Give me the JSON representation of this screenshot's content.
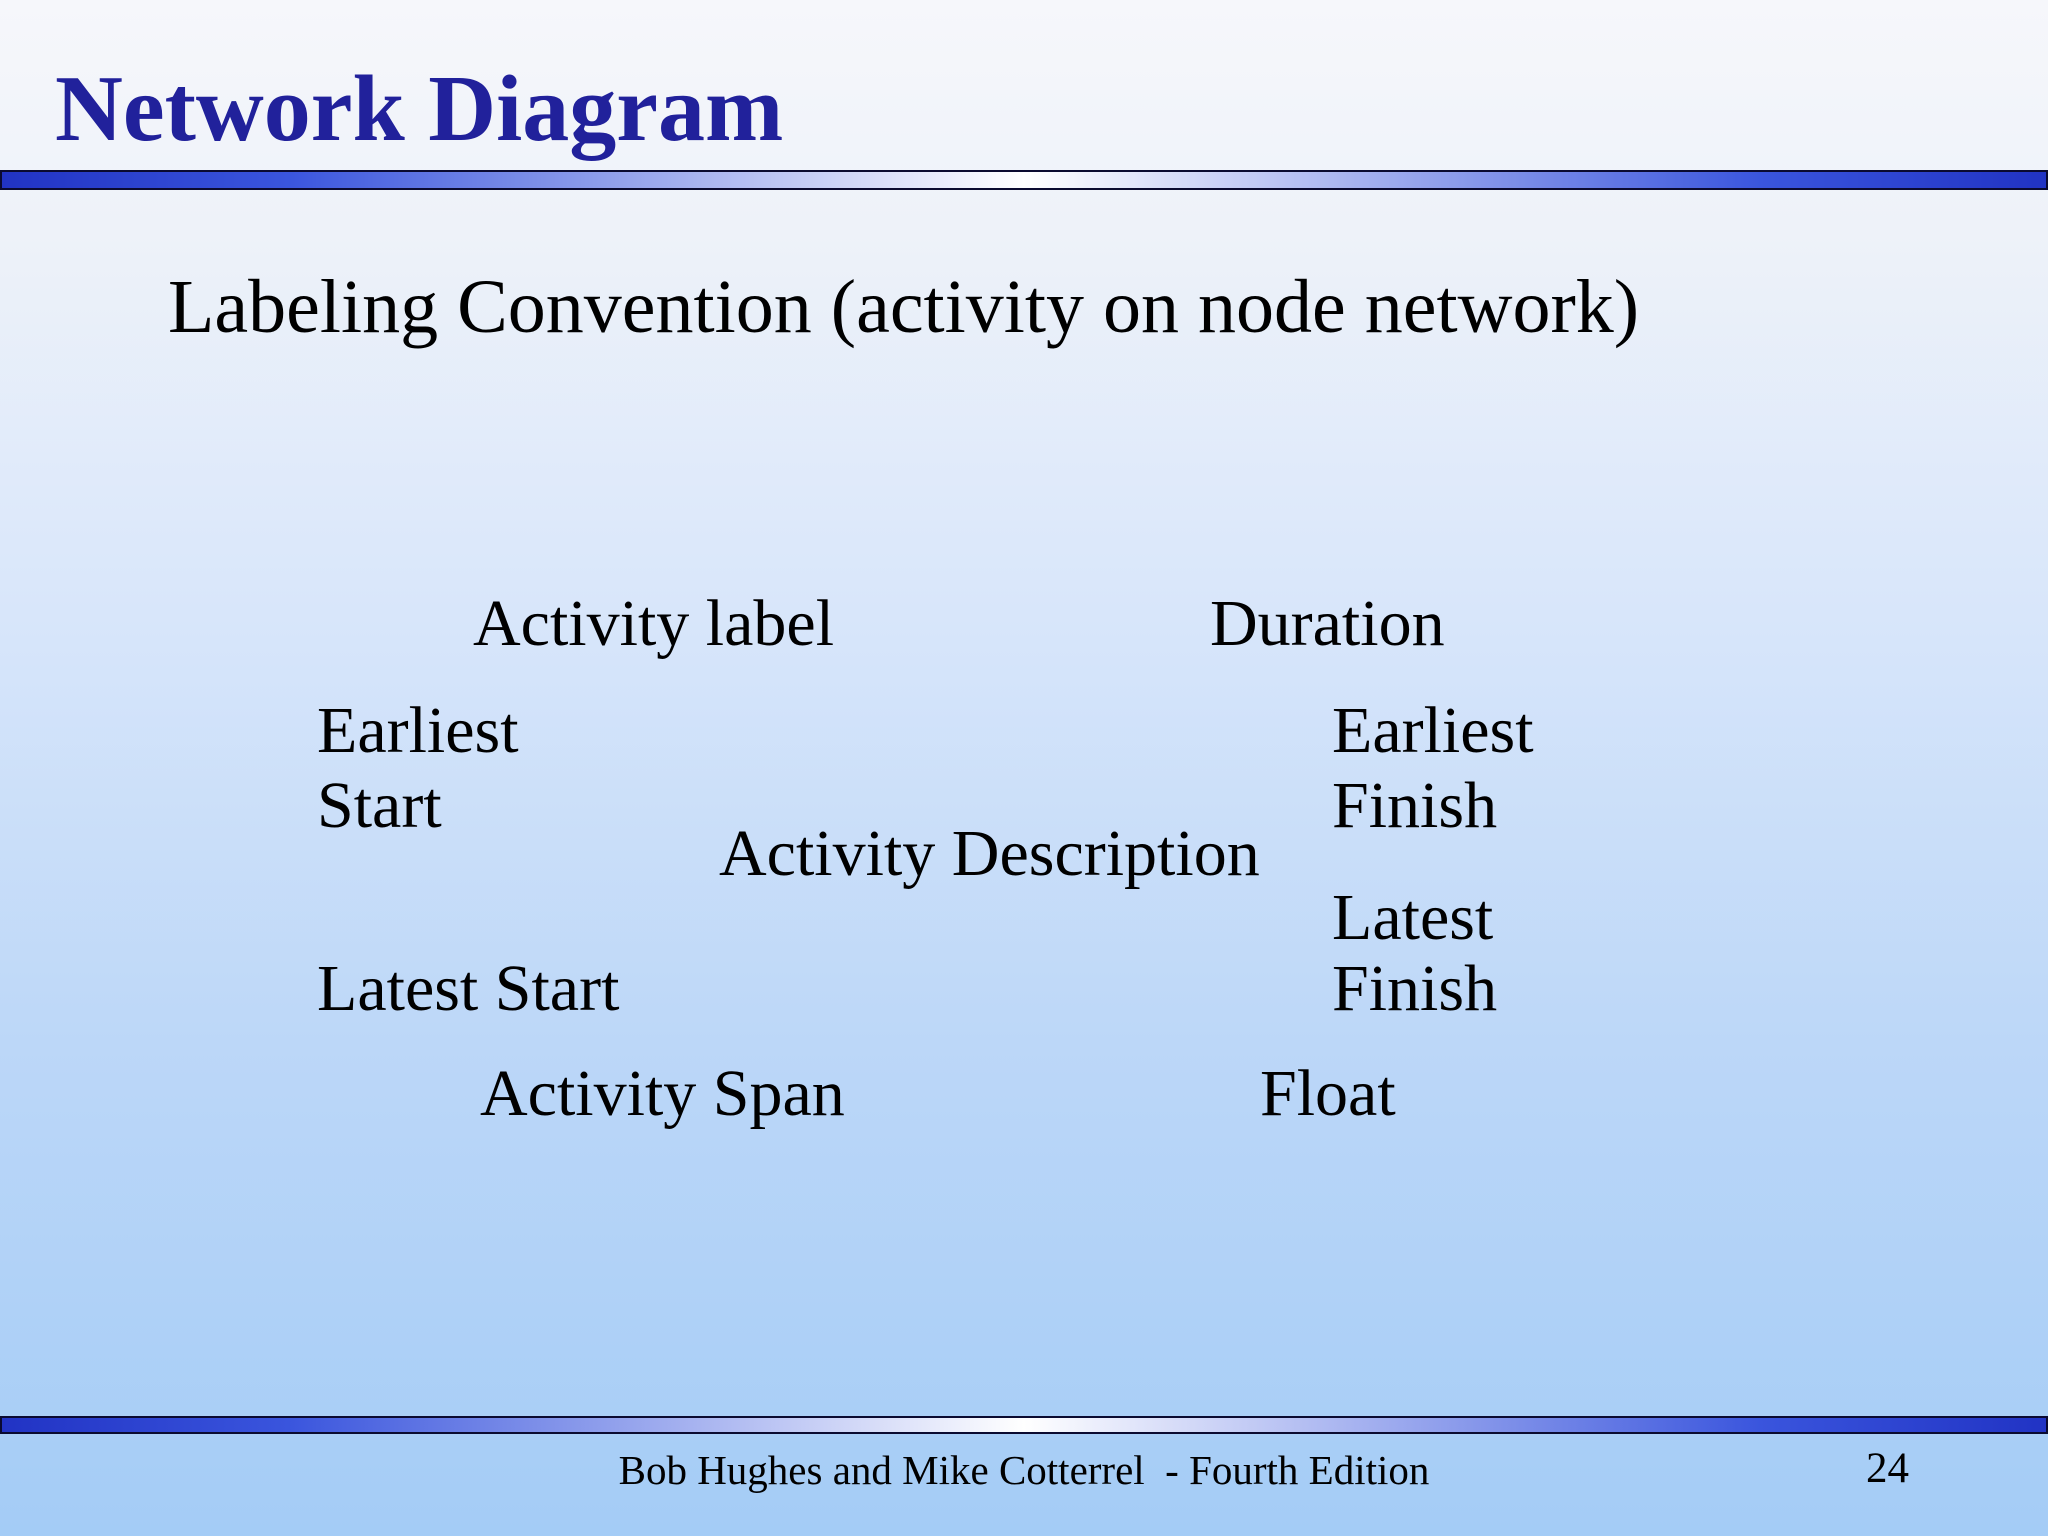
{
  "slide": {
    "title": "Network Diagram",
    "subtitle": "Labeling Convention (activity on node network)",
    "labels": {
      "activity_label": "Activity label",
      "duration": "Duration",
      "earliest_start_line1": "Earliest",
      "earliest_start_line2": "Start",
      "activity_description": "Activity Description",
      "earliest_finish_line1": "Earliest",
      "earliest_finish_line2": "Finish",
      "latest_finish_line1": "Latest",
      "latest_finish_line2": "Finish",
      "latest_start": "Latest Start",
      "activity_span": "Activity Span",
      "float": "Float"
    },
    "footer": {
      "credit": "Bob Hughes and Mike Cotterrel  - Fourth Edition",
      "page_number": "24"
    },
    "colors": {
      "title_text": "#21219B",
      "body_text": "#000000",
      "bar_blue": "#2133C4",
      "bar_border": "#0A0A30",
      "background_top": "#F6F7FB",
      "background_bottom": "#A4CCF6"
    }
  }
}
